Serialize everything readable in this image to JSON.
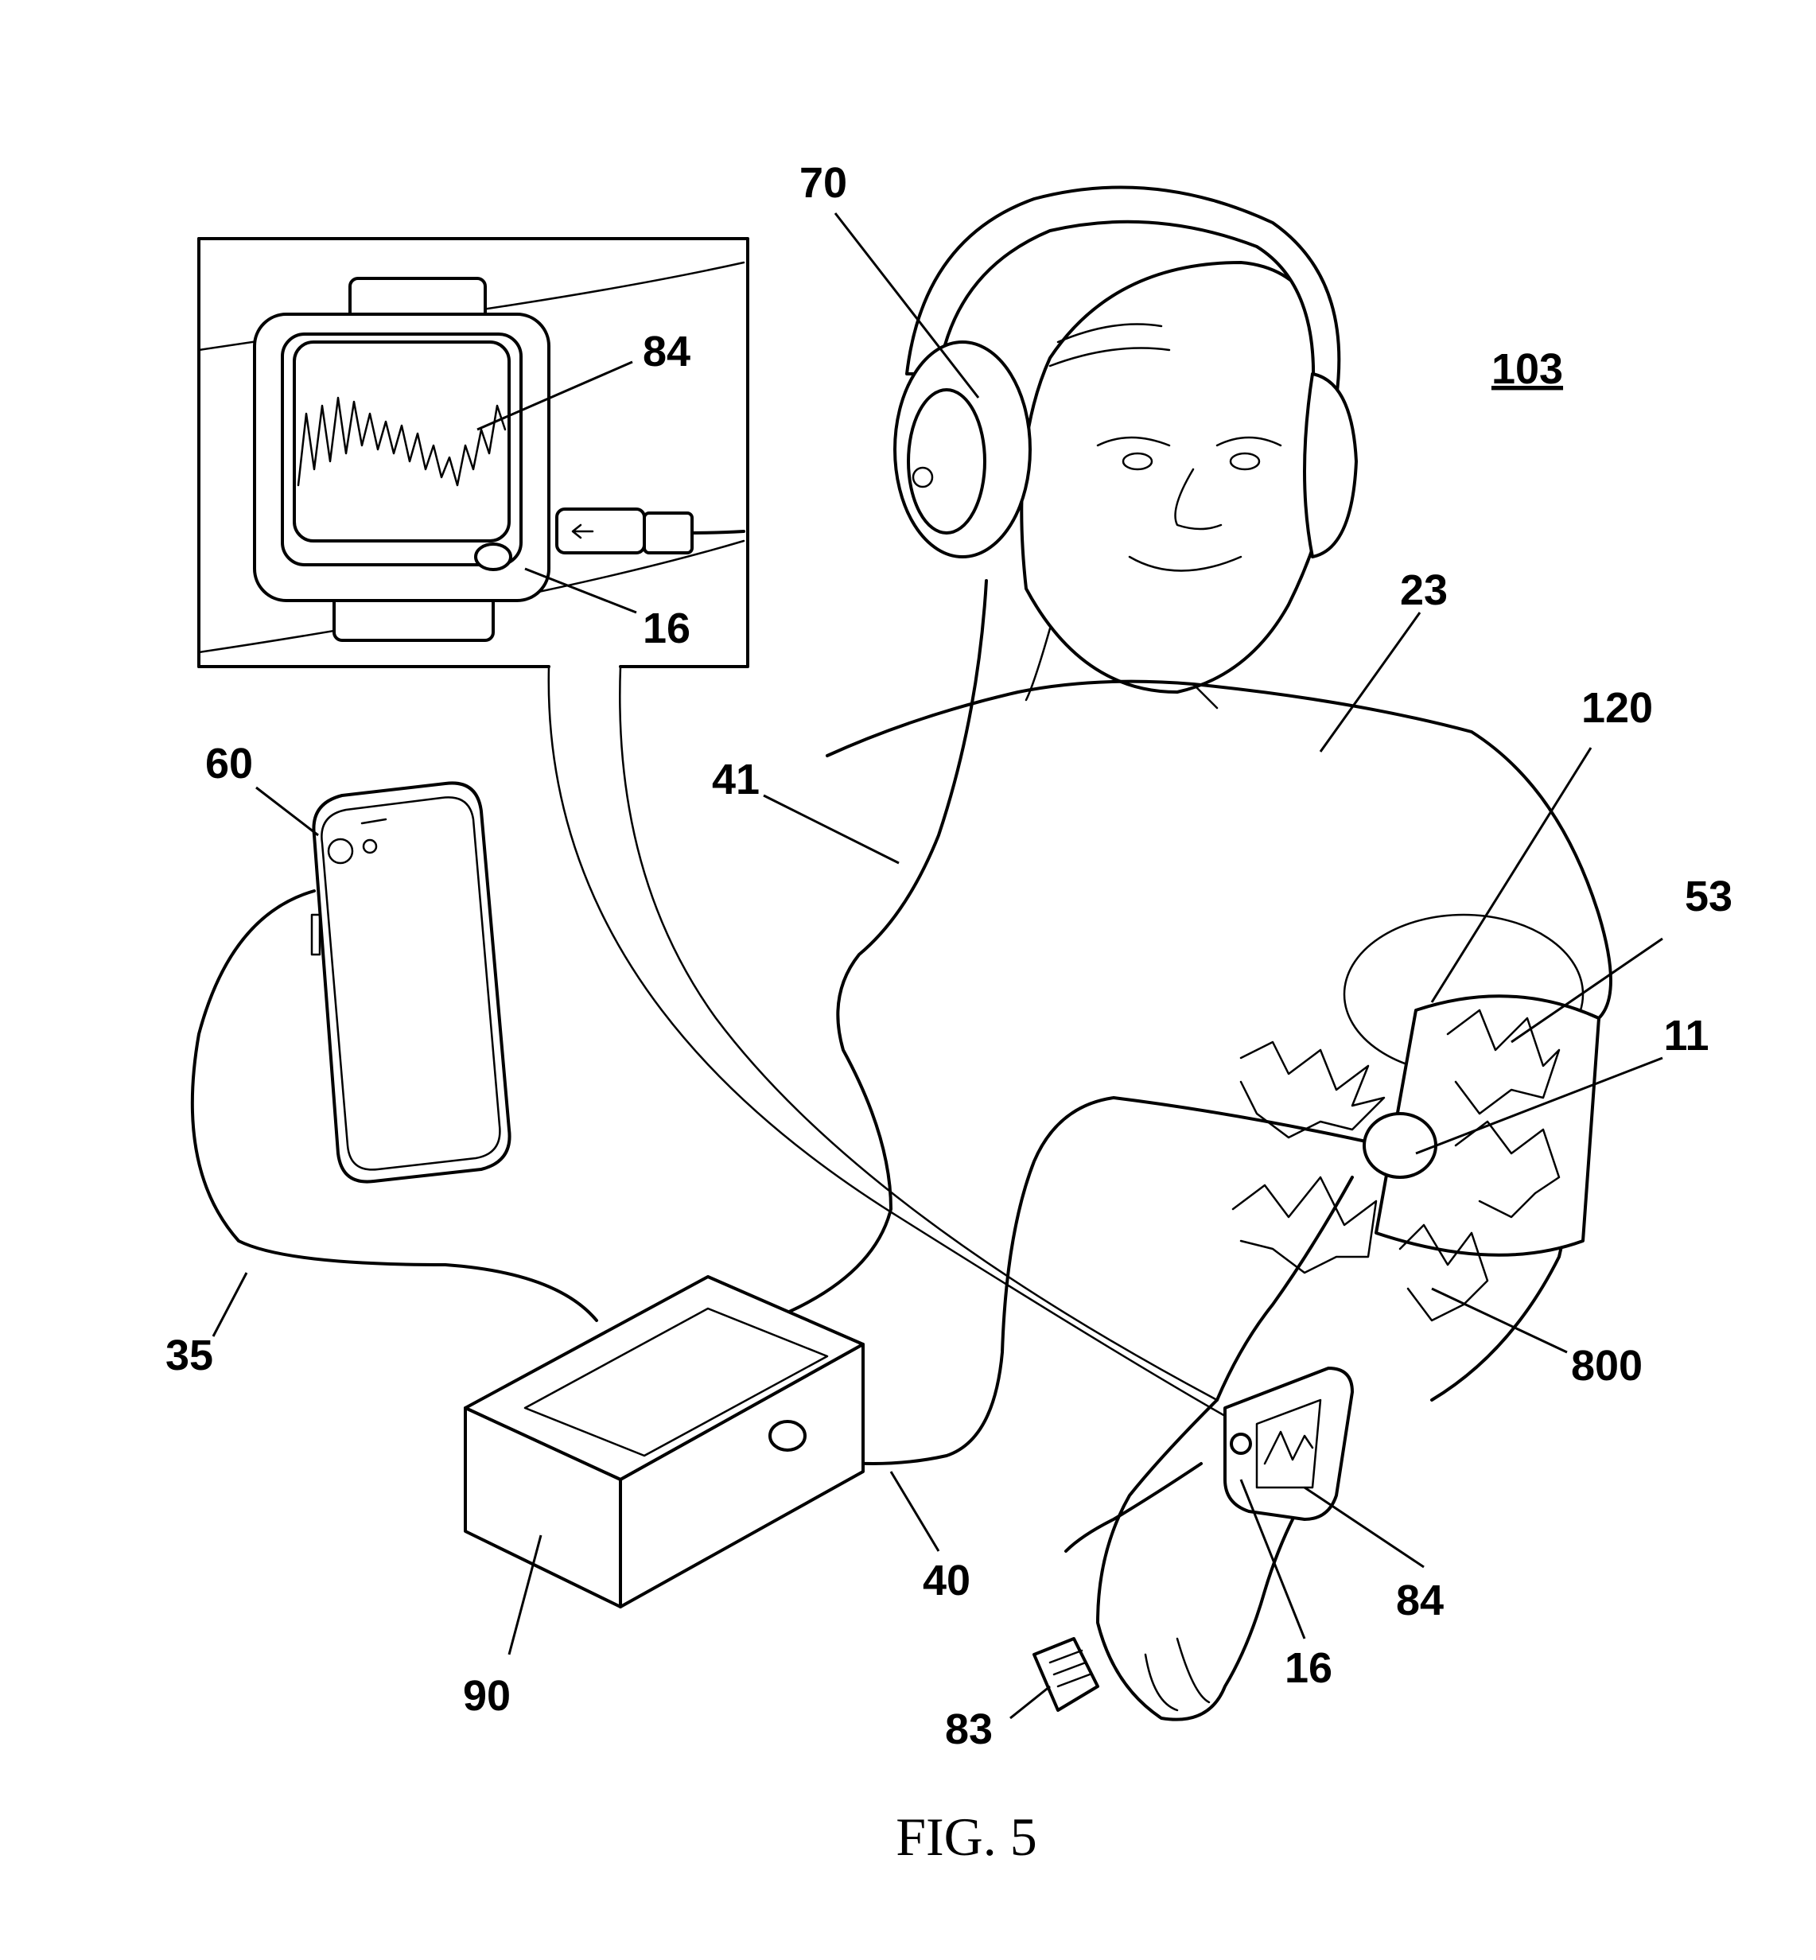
{
  "figure": {
    "caption": "FIG. 5",
    "system_ref": "103"
  },
  "refs": {
    "headphones": "70",
    "inset_display": "84",
    "inset_button": "16",
    "phone": "60",
    "cable_headphones": "41",
    "body": "23",
    "cuff": "120",
    "cuff_field": "53",
    "cuff_node": "11",
    "vibration": "800",
    "cable_phone": "35",
    "cable_wrist": "40",
    "hub": "90",
    "wrist_display": "84",
    "wrist_button": "16",
    "finger_clip": "83"
  }
}
